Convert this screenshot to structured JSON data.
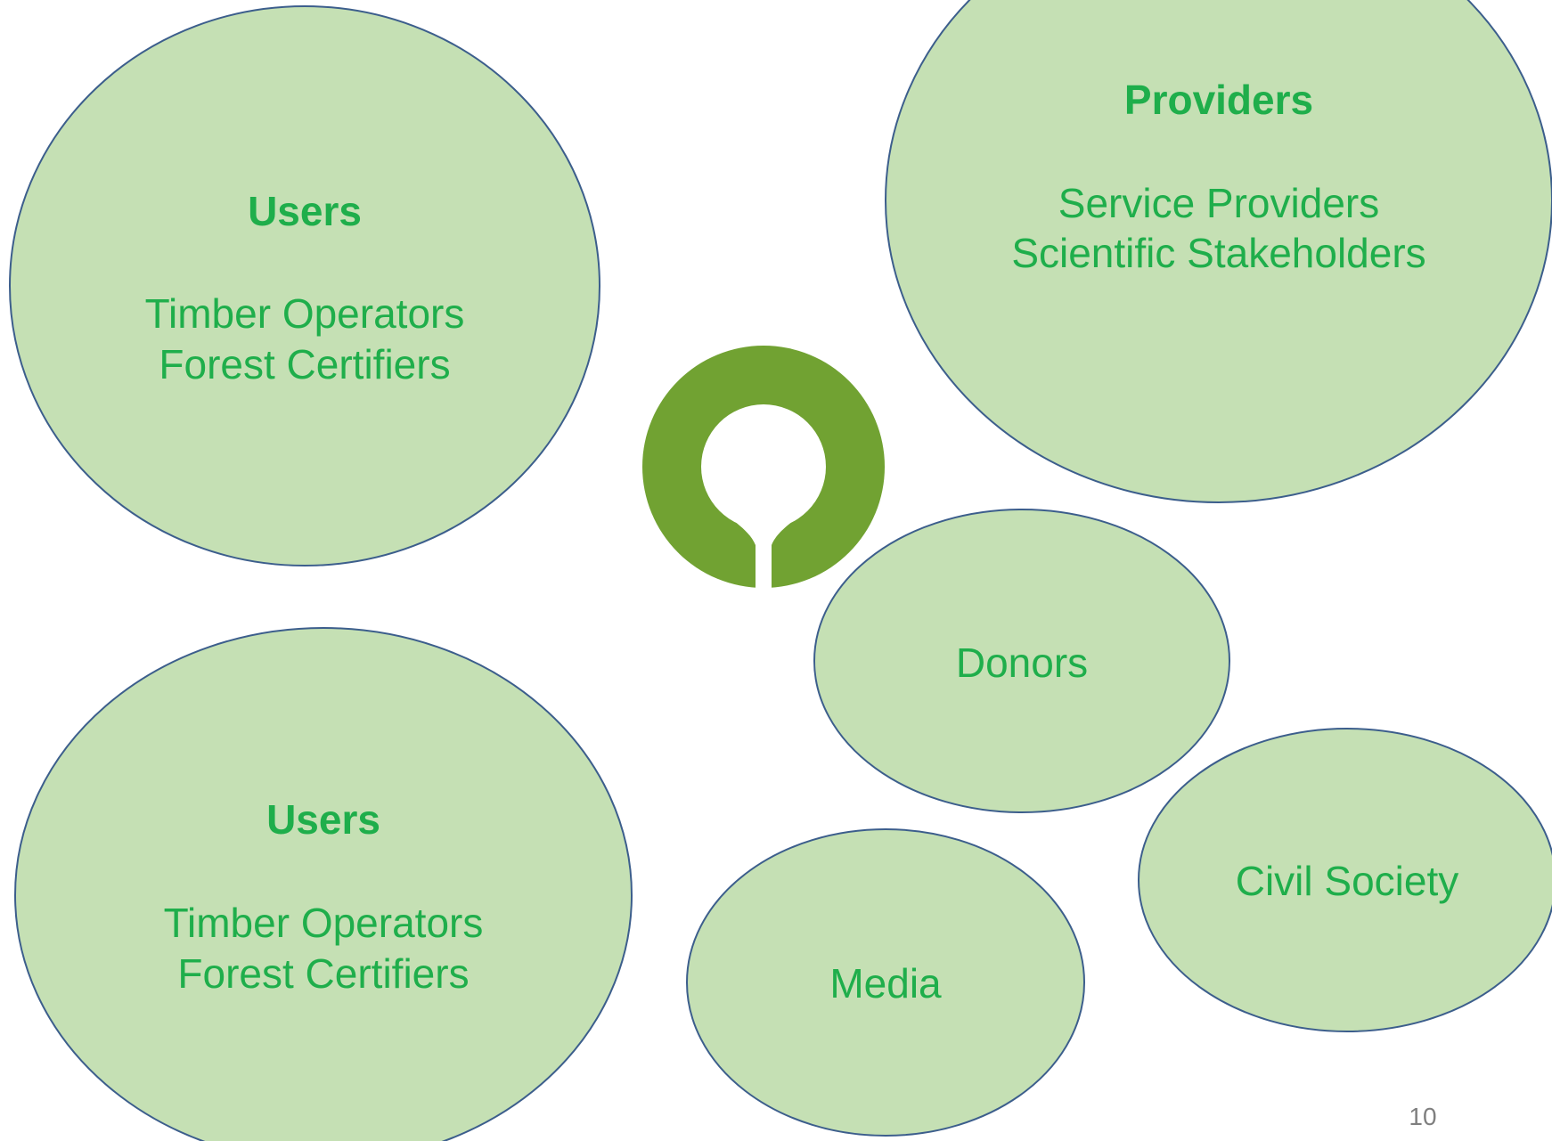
{
  "colors": {
    "bubble_fill": "#c5e0b4",
    "bubble_stroke": "#3c5e8c",
    "text": "#1fae4b",
    "logo": "#71a232",
    "page_number": "#7f7f7f"
  },
  "bubbles": {
    "users_top": {
      "title": "Users",
      "line1": "Timber Operators",
      "line2": "Forest Certifiers"
    },
    "providers": {
      "title": "Providers",
      "line1": "Service Providers",
      "line2": "Scientific Stakeholders"
    },
    "users_bottom": {
      "title": "Users",
      "line1": "Timber Operators",
      "line2": "Forest Certifiers"
    },
    "donors": {
      "label": "Donors"
    },
    "civil_society": {
      "label": "Civil Society"
    },
    "media": {
      "label": "Media"
    }
  },
  "logo_icon": "ring-keyhole-logo",
  "page_number": "10"
}
